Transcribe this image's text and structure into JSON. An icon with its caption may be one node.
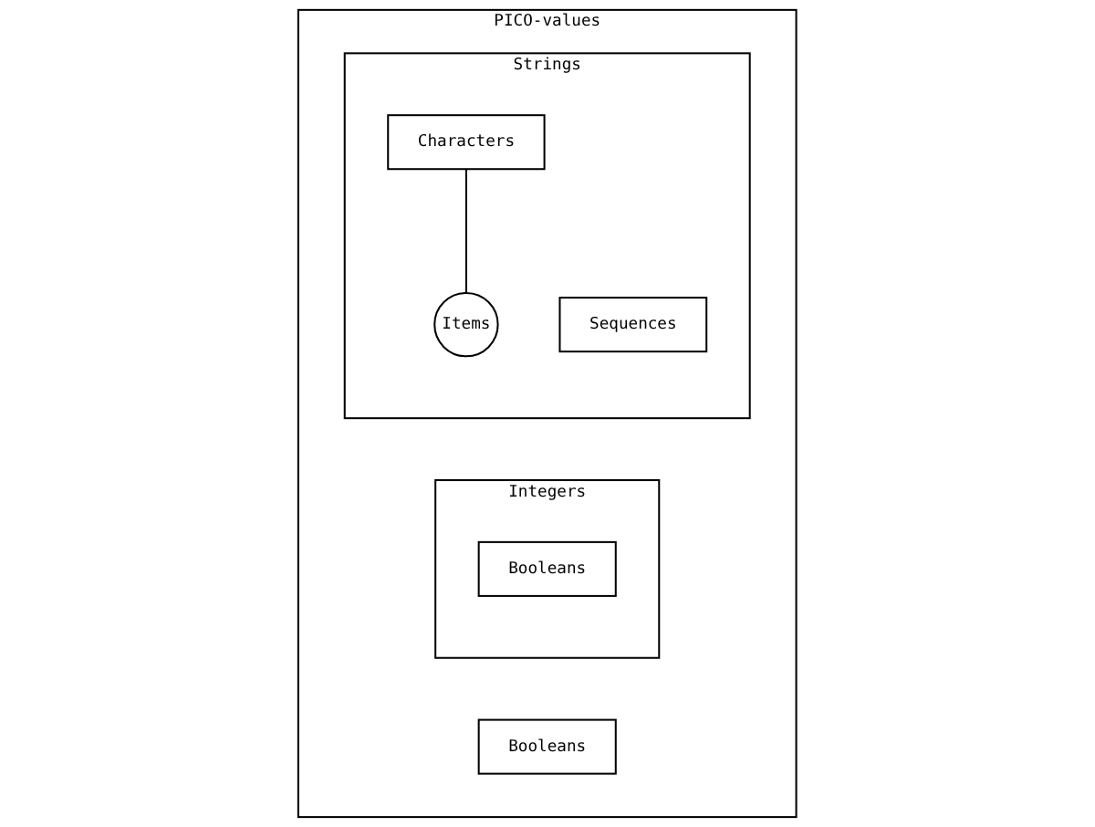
{
  "diagram": {
    "nodes": [
      {
        "text": [
          "PICO-values"
        ]
      },
      {
        "text": [
          "Booleans"
        ],
        "in": 0
      },
      {
        "text": [
          "Integers"
        ],
        "in": 0
      },
      {
        "text": [
          "Booleans"
        ],
        "in": 2
      },
      {
        "text": [
          "Strings"
        ],
        "in": 0
      },
      {
        "text": [
          "Characters"
        ],
        "in": 4
      },
      {
        "text": [
          "Items"
        ],
        "in": 4
      },
      {
        "text": [
          "Sequences"
        ],
        "in": 4
      }
    ],
    "edges": [
      {
        "from": 5,
        "to": 6,
        "arrow": "none"
      }
    ]
  }
}
